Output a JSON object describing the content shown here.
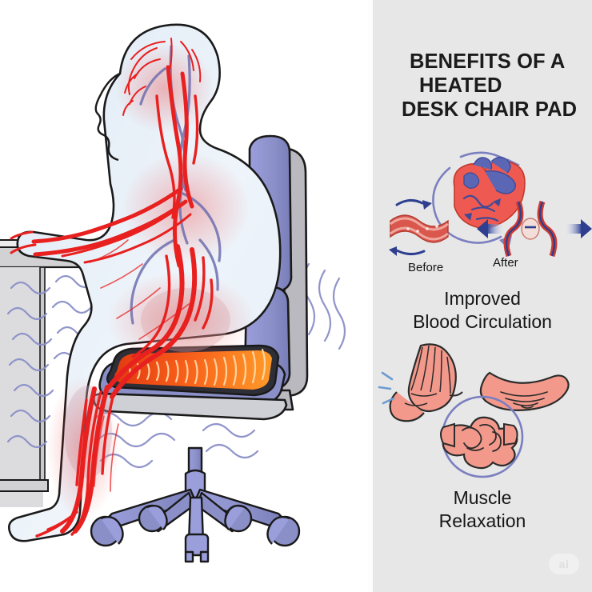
{
  "poster": {
    "title_lines": [
      "BENEFITS OF A",
      "HEATED",
      "DESK CHAIR PAD"
    ],
    "watermark": "ai",
    "background_color": "#ffffff",
    "panel_color": "#e7e7e7"
  },
  "illustration": {
    "alt": "Side view of a translucent seated human figure with visible red arteries and purple veins, sitting at a gray desk on a periwinkle-blue office chair fitted with a glowing orange heated seat pad emitting wavy blue heat lines",
    "colors": {
      "body_fill": "#e3ecf4",
      "artery": "#e8201f",
      "vein": "#6f6fae",
      "chair": "#8b8fc8",
      "chair_frame": "#b9b9bf",
      "desk": "#d2d2d4",
      "pad_hot": "#f03a14",
      "pad_warm": "#ff8a22",
      "pad_coil": "#ffd9a8",
      "heatwave": "#8b8fc8",
      "outline": "#1a1a1a"
    },
    "elements": [
      "human-figure",
      "circulatory-system",
      "desk",
      "office-chair",
      "heated-seat-pad",
      "heat-waves"
    ]
  },
  "benefits": [
    {
      "id": "blood-circulation",
      "caption_lines": [
        "Improved",
        "Blood Circulation"
      ],
      "icon_labels": {
        "before": "Before",
        "after": "After"
      },
      "icons": [
        "heart-circulation-icon",
        "blood-vessel-before-icon",
        "blood-vessel-after-icon"
      ],
      "colors": {
        "heart": "#ef5350",
        "vessel": "#d1433c",
        "arrow": "#3f51a0",
        "circle": "#7b7fc0"
      }
    },
    {
      "id": "muscle-relaxation",
      "caption_lines": [
        "Muscle",
        "Relaxation"
      ],
      "icons": [
        "strained-muscle-icon",
        "relaxed-muscle-icon",
        "knotted-muscle-icon"
      ],
      "colors": {
        "muscle": "#f3998b",
        "muscle_line": "#2b2b2b",
        "spark": "#6b9bd2",
        "circle": "#7b7fc0"
      }
    }
  ]
}
